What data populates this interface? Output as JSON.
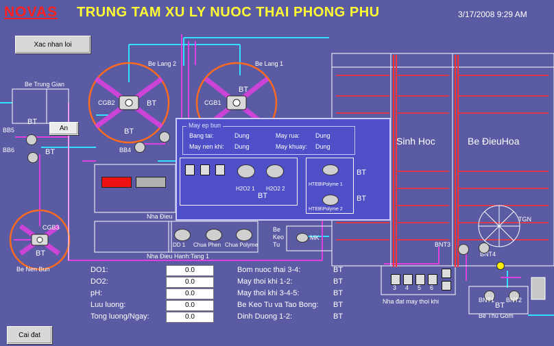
{
  "header": {
    "brand": "NOVAS",
    "title": "TRUNG TAM XU LY NUOC THAI PHONG PHU",
    "datetime": "3/17/2008 9:29 AM"
  },
  "buttons": {
    "confirm": "Xac nhan loi",
    "hide": "An",
    "settings": "Cai đat"
  },
  "tanks": {
    "be_trung_gian": "Be Trung Gian",
    "be_lang_2": "Be Lang 2",
    "be_lang_1": "Be Lang 1",
    "be_nen_bun": "Be Nen Bun",
    "sinh_hoc": "Sinh Hoc",
    "be_dieu_hoa": "Be ĐieuHoa",
    "be_thu_gom": "Be Thu Gom",
    "be_keo_tu": "Be\nKeo\nTu",
    "nha_dieu_hanh_1": "Nha Đieu",
    "nha_dieu_hanh_tang1": "Nha Đieu Hanh:Tang 1",
    "nha_dat_may_thoi_khi": "Nha đat may thoi khi"
  },
  "devices": {
    "cgb1": "CGB1",
    "cgb2": "CGB2",
    "cgb3": "CGB3",
    "bb4": "BB4",
    "bb5": "BB5",
    "bb6": "BB6",
    "bnt1": "BNT1",
    "bnt2": "BNT2",
    "bnt3": "BNT3",
    "bnt4": "BNT4",
    "tgn": "TGN",
    "mk": "MK",
    "dd1": "DD 1",
    "chua_phen": "Chua Phen",
    "chua_polyme": "Chua Polyme",
    "blowers": [
      "3",
      "4",
      "5",
      "6"
    ]
  },
  "status_bt": "BT",
  "popup": {
    "title": "May ep bun",
    "rows": [
      {
        "label": "Bang tai:",
        "value": "Dung"
      },
      {
        "label": "May nen khi:",
        "value": "Dung"
      }
    ],
    "rows_right": [
      {
        "label": "May rua:",
        "value": "Dung"
      },
      {
        "label": "May khuay:",
        "value": "Dung"
      }
    ],
    "h2o2_1": "H2O2 1",
    "h2o2_2": "H2O2 2",
    "polyme1": "HTEB\\Polyme 1",
    "polyme2": "HTEB\\Polyme 2"
  },
  "measurements": [
    {
      "label": "DO1:",
      "value": "0.0"
    },
    {
      "label": "DO2:",
      "value": "0.0"
    },
    {
      "label": "pH:",
      "value": "0.0"
    },
    {
      "label": "Luu luong:",
      "value": "0.0"
    },
    {
      "label": "Tong luong/Ngay:",
      "value": "0.0"
    }
  ],
  "equipment_status": [
    {
      "label": "Bom nuoc thai 3-4:",
      "value": "BT"
    },
    {
      "label": "May thoi khi 1-2:",
      "value": "BT"
    },
    {
      "label": "May thoi khi 3-4-5:",
      "value": "BT"
    },
    {
      "label": "Be Keo Tu va Tao Bong:",
      "value": "BT"
    },
    {
      "label": "Dinh Duong 1-2:",
      "value": "BT"
    }
  ],
  "colors": {
    "background": "#5b5ba3",
    "pipe_cyan": "#33e0ff",
    "pipe_magenta": "#e040e0",
    "red_line": "#ff3030",
    "ring_orange": "#ff6a20"
  }
}
